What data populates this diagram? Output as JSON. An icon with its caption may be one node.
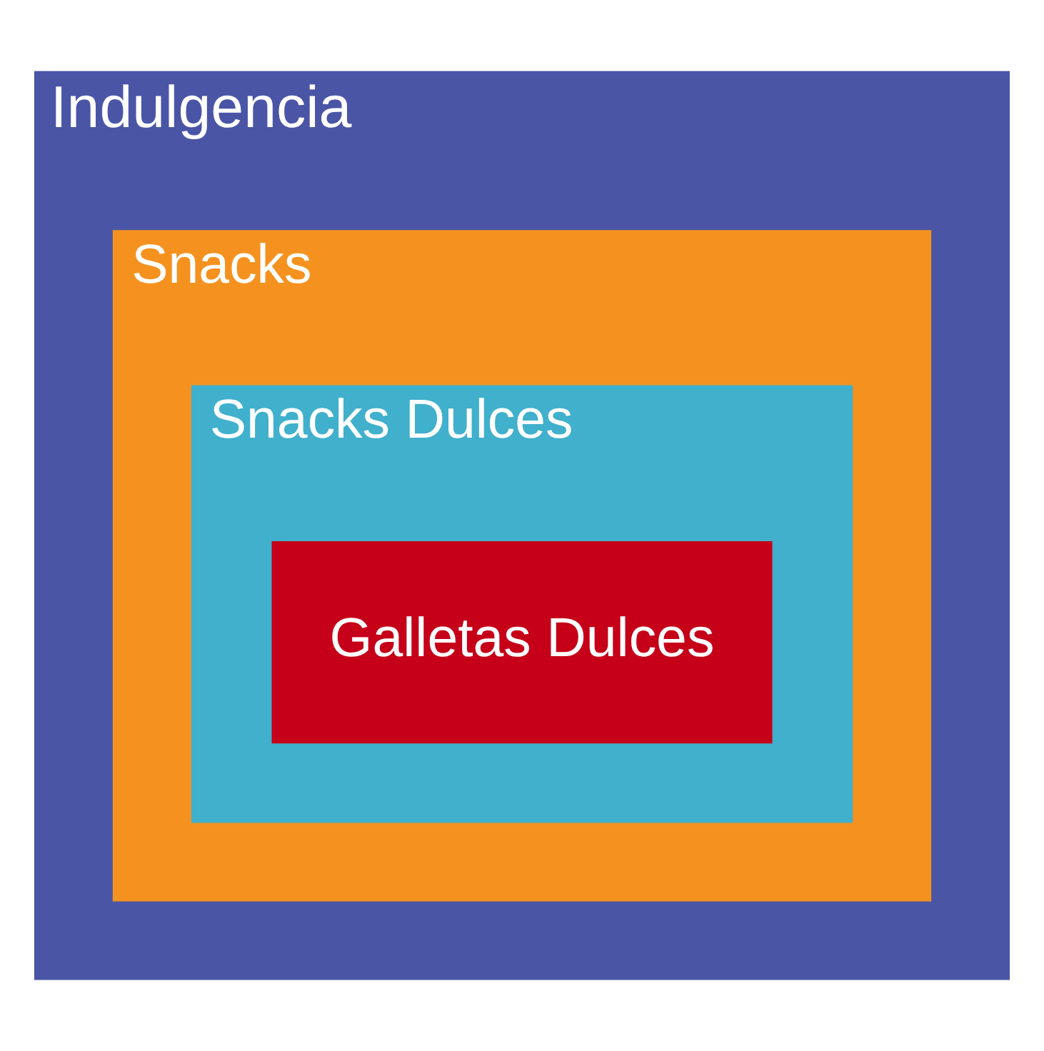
{
  "diagram": {
    "nodes": [
      {
        "text": [
          "Indulgencia"
        ]
      },
      {
        "text": [
          "Snacks"
        ],
        "in": 0
      },
      {
        "text": [
          "Snacks Dulces"
        ],
        "in": 1
      },
      {
        "text": [
          "Galletas Dulces"
        ],
        "in": 2
      }
    ]
  }
}
